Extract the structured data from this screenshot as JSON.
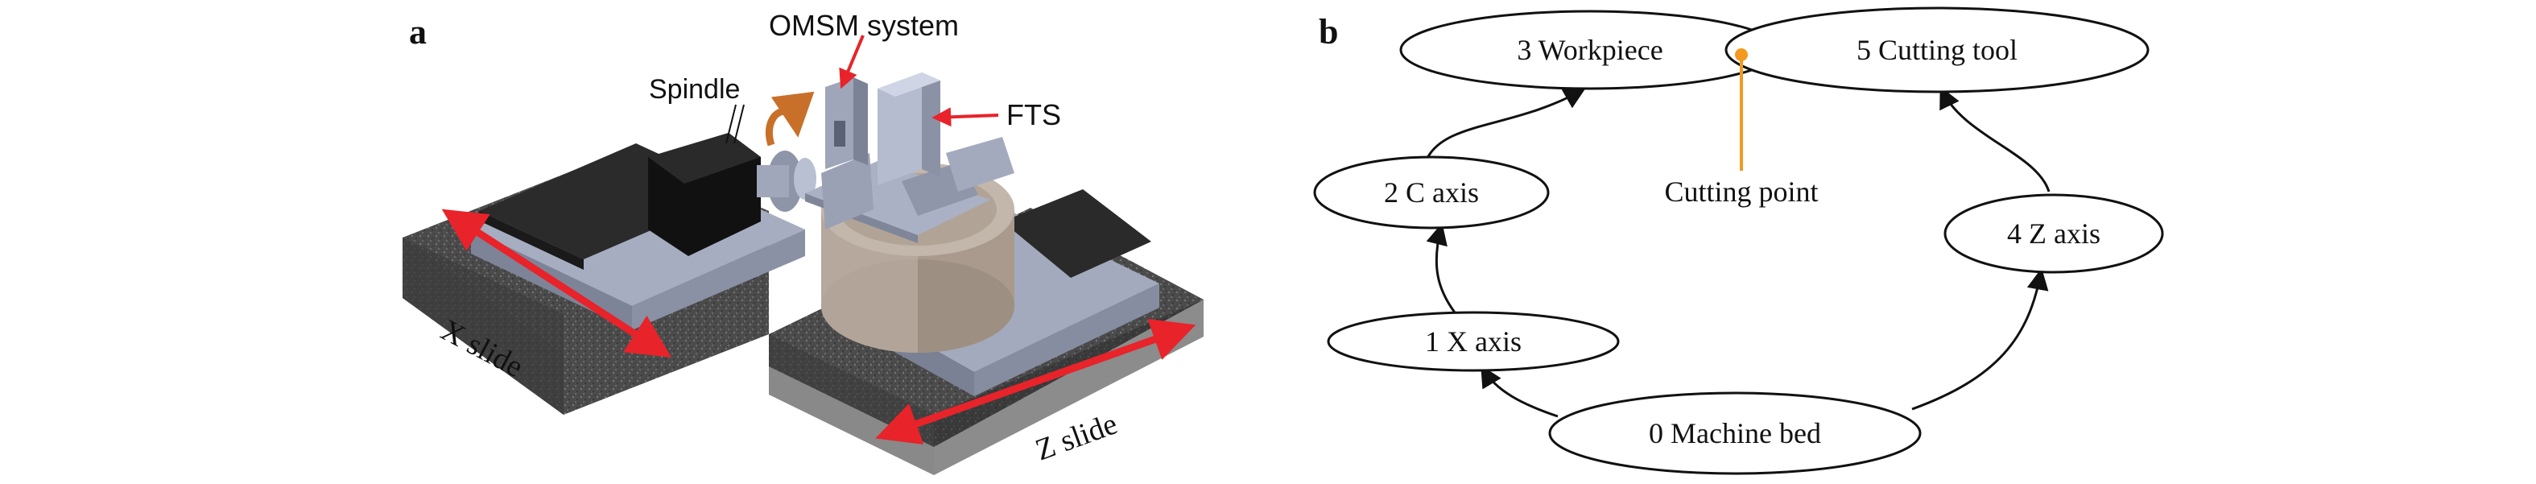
{
  "panel_a": {
    "letter": "a",
    "labels": {
      "omsm": "OMSM system",
      "spindle": "Spindle",
      "fts": "FTS",
      "x_slide": "X slide",
      "z_slide": "Z slide"
    }
  },
  "panel_b": {
    "letter": "b",
    "nodes": {
      "workpiece": "3 Workpiece",
      "cutting_tool": "5 Cutting tool",
      "c_axis": "2 C axis",
      "x_axis": "1 X axis",
      "machine_bed": "0 Machine bed",
      "z_axis": "4 Z axis"
    },
    "cutting_point": "Cutting point"
  },
  "colors": {
    "annotation_red": "#e8232a",
    "cutting_point_orange": "#f39a1e",
    "granite": "#4a4a4a",
    "steel_blue": "#9ca3b8",
    "bronze_pot": "#b7a99c",
    "spindle_black": "#111111",
    "rotation_arrow": "#c8702a"
  }
}
